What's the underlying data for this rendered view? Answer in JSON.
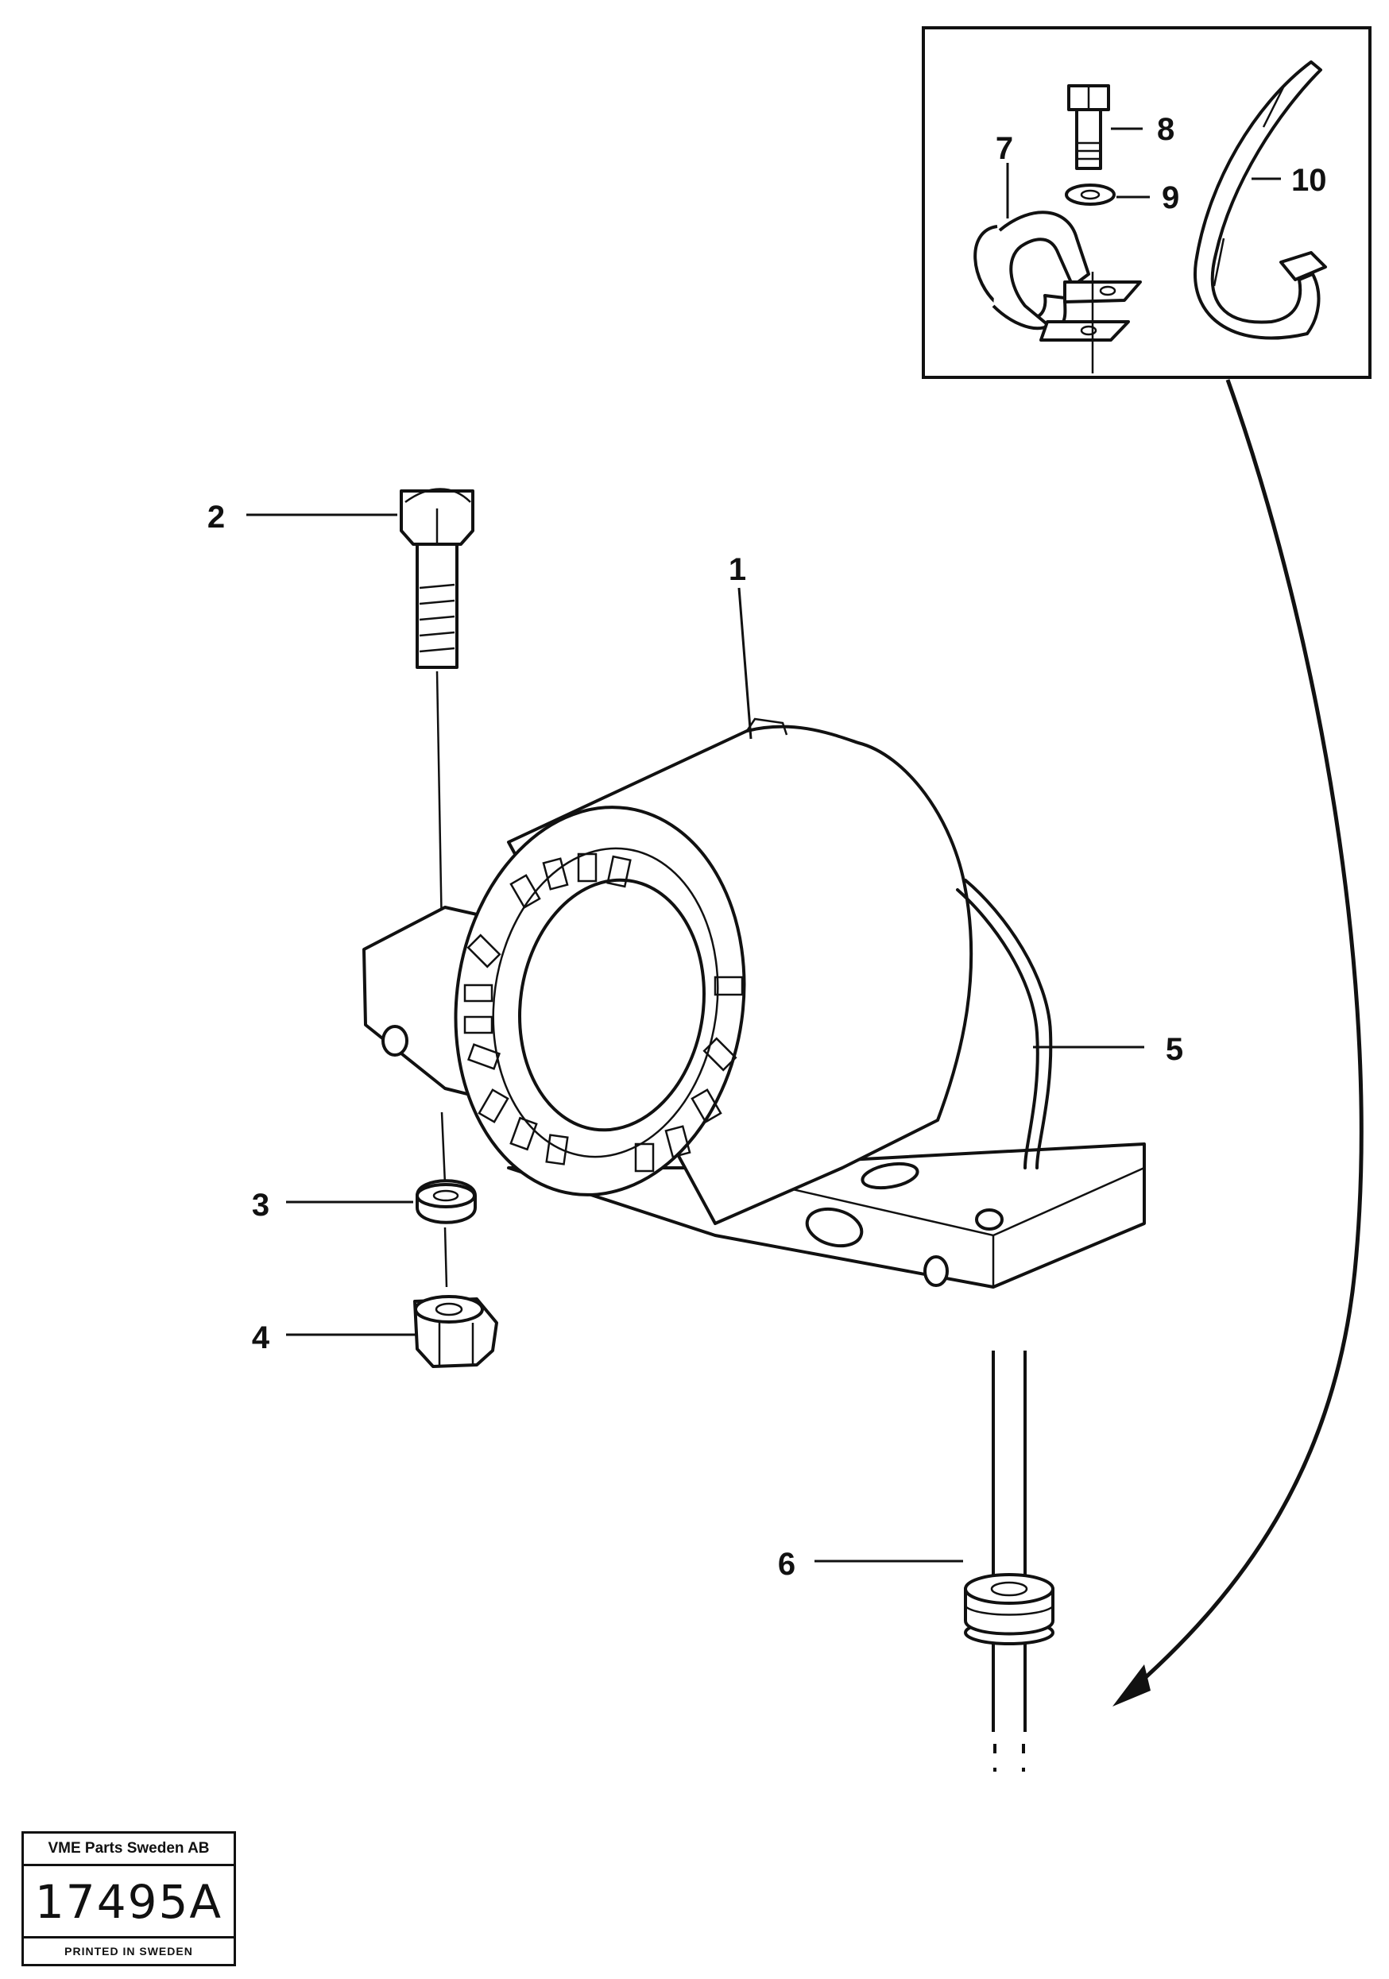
{
  "diagram": {
    "callouts": {
      "c1": "1",
      "c2": "2",
      "c3": "3",
      "c4": "4",
      "c5": "5",
      "c6": "6",
      "c7": "7",
      "c8": "8",
      "c9": "9",
      "c10": "10"
    }
  },
  "stamp": {
    "company": "VME Parts Sweden AB",
    "number": "17495A",
    "printed": "PRINTED IN SWEDEN"
  },
  "colors": {
    "ink": "#111111",
    "paper": "#ffffff"
  },
  "icons": {
    "buzzer": "reverse-alarm-buzzer",
    "bolt": "hex-bolt",
    "washer": "washer",
    "nut": "lock-nut",
    "cable": "cable",
    "grommet": "rubber-grommet",
    "clamp": "hose-clamp",
    "tie": "cable-tie"
  }
}
